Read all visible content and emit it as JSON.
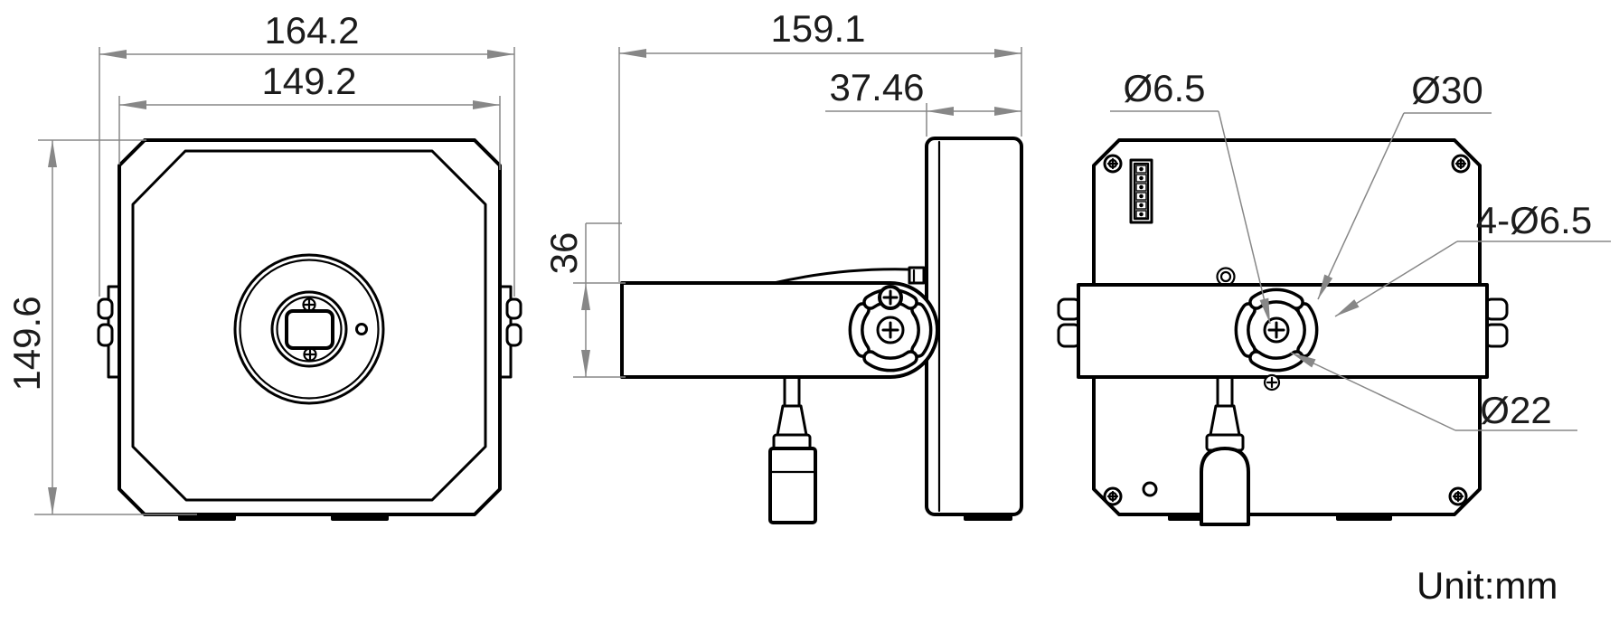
{
  "drawing": {
    "unit_note": "Unit:mm",
    "front_view": {
      "overall_width": "164.2",
      "body_width": "149.2",
      "body_height": "149.6"
    },
    "side_view": {
      "overall_depth": "159.1",
      "body_depth": "37.46",
      "bracket_height": "36"
    },
    "back_view": {
      "center_hole_dia": "Ø6.5",
      "bolt_circle_dia": "Ø30",
      "mount_slots": "4-Ø6.5",
      "hub_dia": "Ø22"
    }
  }
}
